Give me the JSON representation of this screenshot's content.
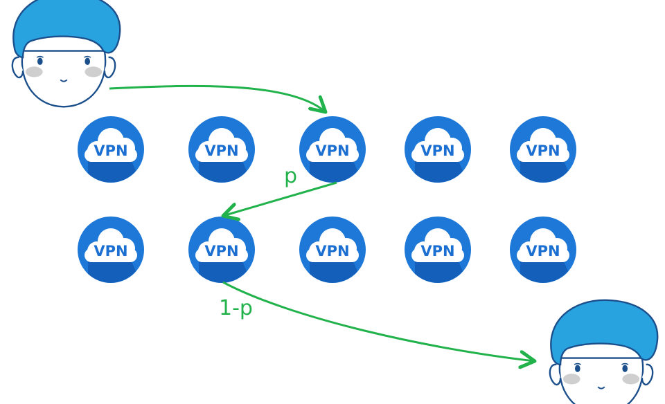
{
  "nodes": [
    {
      "label": "VPN"
    },
    {
      "label": "VPN"
    },
    {
      "label": "VPN"
    },
    {
      "label": "VPN"
    },
    {
      "label": "VPN"
    },
    {
      "label": "VPN"
    },
    {
      "label": "VPN"
    },
    {
      "label": "VPN"
    },
    {
      "label": "VPN"
    },
    {
      "label": "VPN"
    }
  ],
  "edges": [
    {
      "label": ""
    },
    {
      "label": "p"
    },
    {
      "label": "1-p"
    }
  ],
  "colors": {
    "vpn_circle": "#1e78d8",
    "vpn_shadow": "#0b4aa3",
    "arrow": "#22b24c",
    "hair": "#29a3e0",
    "hair_outline": "#1b4f8c"
  }
}
